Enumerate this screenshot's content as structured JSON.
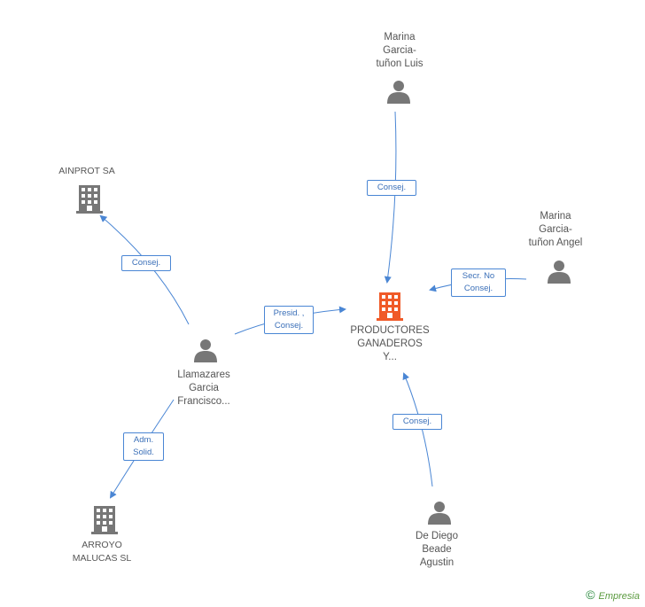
{
  "nodes": {
    "center": {
      "lines": [
        "PRODUCTORES",
        "GANADEROS",
        "Y..."
      ],
      "color": "#f05a28"
    },
    "marina_luis": {
      "lines": [
        "Marina",
        "Garcia-",
        "tuñon Luis"
      ]
    },
    "marina_angel": {
      "lines": [
        "Marina",
        "Garcia-",
        "tuñon Angel"
      ]
    },
    "ainprot": {
      "lines": [
        "AINPROT SA"
      ]
    },
    "llamazares": {
      "lines": [
        "Llamazares",
        "Garcia",
        "Francisco..."
      ]
    },
    "arroyo": {
      "lines": [
        "ARROYO",
        "MALUCAS SL"
      ]
    },
    "de_diego": {
      "lines": [
        "De Diego",
        "Beade",
        "Agustin"
      ]
    }
  },
  "edges": {
    "marina_luis": [
      "Consej."
    ],
    "marina_angel": [
      "Secr.  No",
      "Consej."
    ],
    "ainprot": [
      "Consej."
    ],
    "llamazares_center": [
      "Presid. ,",
      "Consej."
    ],
    "arroyo": [
      "Adm.",
      "Solid."
    ],
    "de_diego": [
      "Consej."
    ]
  },
  "colors": {
    "edge": "#4a86d4",
    "icon": "#777777",
    "center_icon": "#f05a28"
  },
  "footer": {
    "copyright": "©",
    "brand": "Empresia"
  }
}
